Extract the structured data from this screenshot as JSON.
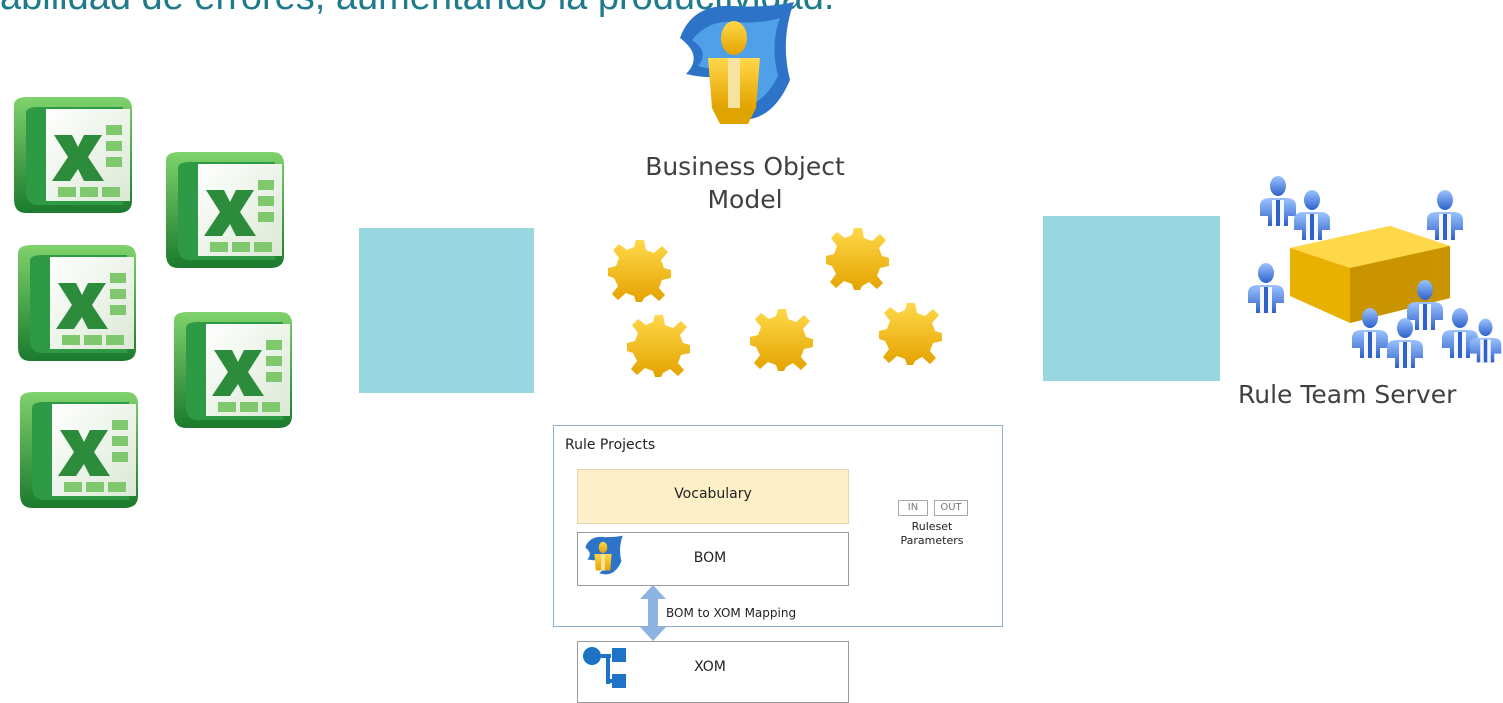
{
  "header": {
    "text": "abilidad de errores, aumentando la productividad."
  },
  "excel_files": {
    "count": 5,
    "icon": "excel-icon"
  },
  "bom_model": {
    "label_line1": "Business Object",
    "label_line2": "Model",
    "icon": "scroll-person-icon"
  },
  "rules": {
    "count": 5,
    "icon": "gear-icon"
  },
  "rule_team_server": {
    "label": "Rule Team Server",
    "icon": "team-server-icon"
  },
  "rule_projects": {
    "title": "Rule Projects",
    "vocabulary": "Vocabulary",
    "bom": "BOM",
    "mapping": "BOM to XOM Mapping",
    "xom": "XOM",
    "in_label": "IN",
    "out_label": "OUT",
    "ruleset_line1": "Ruleset",
    "ruleset_line2": "Parameters"
  },
  "colors": {
    "teal_box": "#98d6e0",
    "header_text": "#1f7a8c",
    "gear_gold": "#f1b81c",
    "excel_green": "#1e8a3a",
    "vocab_fill": "#fdf0c8"
  }
}
